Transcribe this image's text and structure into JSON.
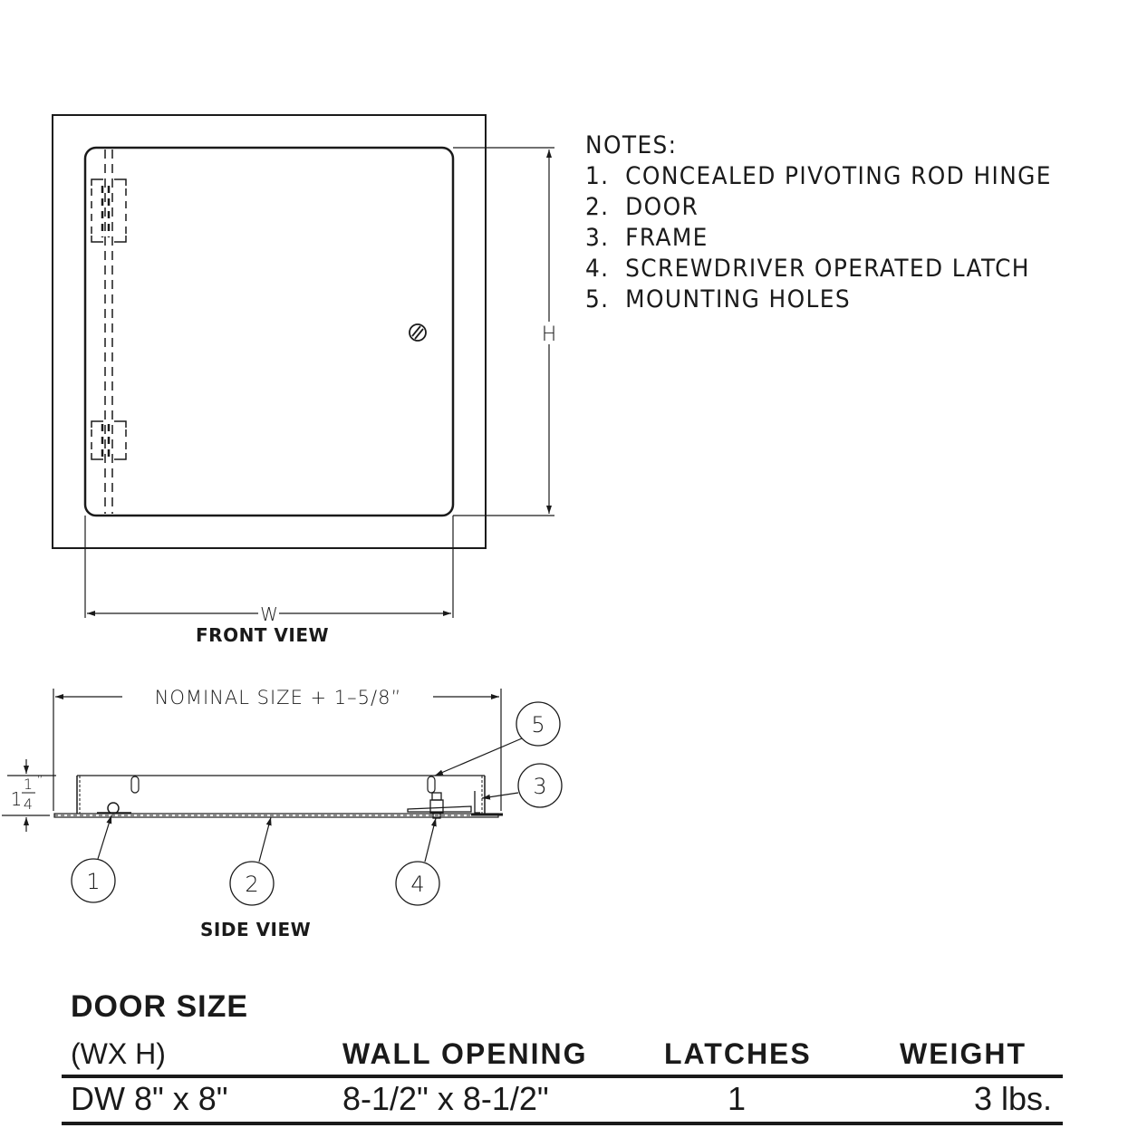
{
  "front_view": {
    "label": "FRONT VIEW",
    "width_label": "W",
    "height_label": "H"
  },
  "side_view": {
    "label": "SIDE VIEW",
    "nominal_dimension": "NOMINAL SIZE + 1–5/8”",
    "depth_whole": "1",
    "depth_numerator": "1",
    "depth_denominator": "4",
    "depth_unit": "”",
    "callouts": [
      "1",
      "2",
      "3",
      "4",
      "5"
    ]
  },
  "notes": {
    "title": "NOTES:",
    "items": [
      {
        "num": "1.",
        "text": "CONCEALED PIVOTING ROD HINGE"
      },
      {
        "num": "2.",
        "text": "DOOR"
      },
      {
        "num": "3.",
        "text": "FRAME"
      },
      {
        "num": "4.",
        "text": "SCREWDRIVER OPERATED LATCH"
      },
      {
        "num": "5.",
        "text": "MOUNTING HOLES"
      }
    ]
  },
  "spec_table": {
    "title": "DOOR SIZE",
    "headers": [
      "(WX H)",
      "WALL OPENING",
      "LATCHES",
      "WEIGHT"
    ],
    "rows": [
      [
        "DW 8\" x 8\"",
        "8-1/2\" x 8-1/2\"",
        "1",
        "3 lbs."
      ]
    ]
  },
  "colors": {
    "line": "#1a1a1a",
    "background": "#ffffff"
  }
}
